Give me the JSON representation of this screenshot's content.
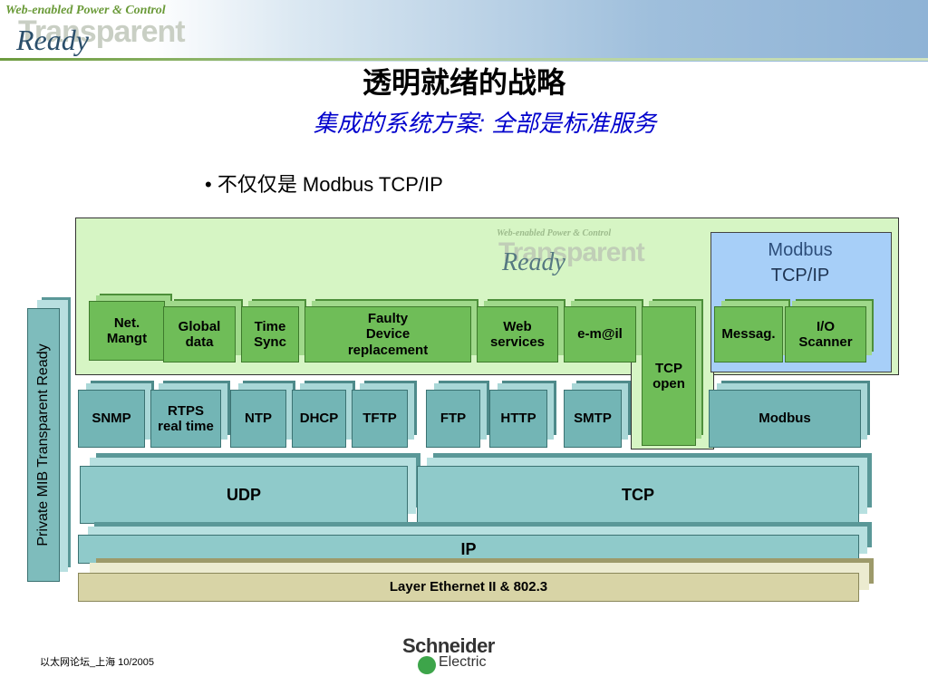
{
  "header": {
    "logo_tagline": "Web-enabled Power & Control",
    "logo_word1": "Transparent",
    "logo_word2": "Ready"
  },
  "title": "透明就绪的战略",
  "subtitle": "集成的系统方案: 全部是标准服务",
  "bullet": "• 不仅仅是 Modbus TCP/IP",
  "diagram": {
    "vertical_label": "Private MIB Transparent Ready",
    "modbus_box_title_1": "Modbus",
    "modbus_box_title_2": "TCP/IP",
    "app_services": [
      {
        "l1": "Net.",
        "l2": "Mangt"
      },
      {
        "l1": "Global",
        "l2": "data"
      },
      {
        "l1": "Time",
        "l2": "Sync"
      },
      {
        "l1": "Faulty",
        "l2": "Device",
        "l3": "replacement"
      },
      {
        "l1": "Web",
        "l2": "services"
      },
      {
        "l1": "e-m@il"
      },
      {
        "l1": "TCP",
        "l2": "open"
      },
      {
        "l1": "Messag."
      },
      {
        "l1": "I/O",
        "l2": "Scanner"
      }
    ],
    "protocols": [
      {
        "l1": "SNMP"
      },
      {
        "l1": "RTPS",
        "l2": "real time"
      },
      {
        "l1": "NTP"
      },
      {
        "l1": "DHCP"
      },
      {
        "l1": "TFTP"
      },
      {
        "l1": "FTP"
      },
      {
        "l1": "HTTP"
      },
      {
        "l1": "SMTP"
      },
      {
        "l1": "Modbus"
      }
    ],
    "transport": [
      "UDP",
      "TCP"
    ],
    "network": "IP",
    "link": "Layer Ethernet II & 802.3"
  },
  "footer": "以太网论坛_上海  10/2005",
  "brand": {
    "name": "Schneider",
    "sub": "Electric"
  },
  "colors": {
    "service_green": "#6fbd58",
    "protocol_teal": "#73b5b5",
    "modbus_blue": "#a7cff8",
    "subtitle_blue": "#0000cc"
  }
}
